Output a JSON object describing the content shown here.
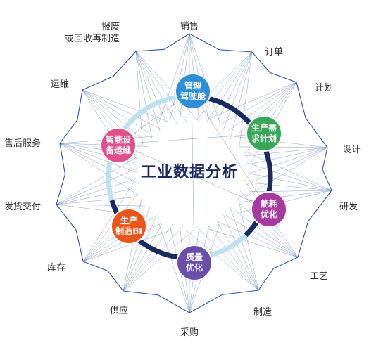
{
  "center_title": "工业数据分析",
  "outer_labels": [
    {
      "id": "sales",
      "lines": [
        "销售"
      ]
    },
    {
      "id": "order",
      "lines": [
        "订单"
      ]
    },
    {
      "id": "plan",
      "lines": [
        "计划"
      ]
    },
    {
      "id": "design",
      "lines": [
        "设计"
      ]
    },
    {
      "id": "rnd",
      "lines": [
        "研发"
      ]
    },
    {
      "id": "process",
      "lines": [
        "工艺"
      ]
    },
    {
      "id": "manufacture",
      "lines": [
        "制造"
      ]
    },
    {
      "id": "purchase",
      "lines": [
        "采购"
      ]
    },
    {
      "id": "supply",
      "lines": [
        "供应"
      ]
    },
    {
      "id": "inventory",
      "lines": [
        "库存"
      ]
    },
    {
      "id": "delivery",
      "lines": [
        "发货交付"
      ]
    },
    {
      "id": "after-sales",
      "lines": [
        "售后服务"
      ]
    },
    {
      "id": "maintenance",
      "lines": [
        "运维"
      ]
    },
    {
      "id": "scrap",
      "lines": [
        "报废",
        "或回收再制造"
      ]
    }
  ],
  "inner_nodes": [
    {
      "id": "management",
      "lines": [
        "管理",
        "驾驶舱"
      ],
      "color": "#2e8fd6"
    },
    {
      "id": "demand",
      "lines": [
        "生产需",
        "求计划"
      ],
      "color": "#3aa65a"
    },
    {
      "id": "energy",
      "lines": [
        "能耗",
        "优化"
      ],
      "color": "#a63a9e"
    },
    {
      "id": "quality",
      "lines": [
        "质量",
        "优化"
      ],
      "color": "#6a4fa8"
    },
    {
      "id": "production-bi",
      "lines": [
        "生产",
        "制造BI"
      ],
      "color": "#e8561c"
    },
    {
      "id": "smart-equipment",
      "lines": [
        "智能设",
        "备运维"
      ],
      "color": "#e0508c"
    }
  ],
  "colors": {
    "network_line": "#2c55a0",
    "ring_dark": "#1b2a5c",
    "ring_light": "#bfe0ef"
  }
}
